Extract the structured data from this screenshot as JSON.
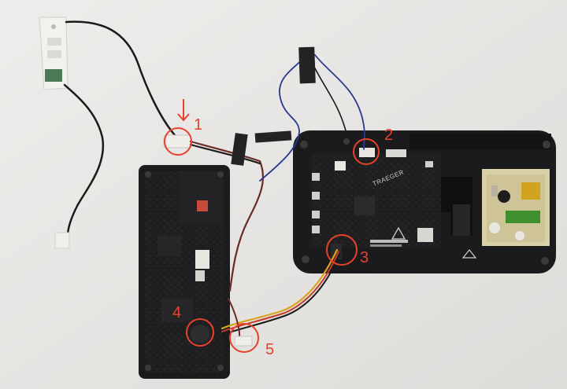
{
  "callouts": [
    {
      "id": "1",
      "label": "1"
    },
    {
      "id": "2",
      "label": "2"
    },
    {
      "id": "3",
      "label": "3"
    },
    {
      "id": "4",
      "label": "4"
    },
    {
      "id": "5",
      "label": "5"
    }
  ],
  "board_brand": "TRAEGER",
  "colors": {
    "background": "#e9e8e6",
    "board": "#1c1c1e",
    "annotation": "#e8412c",
    "tape": "#232325",
    "white_part": "#f1f1ee"
  },
  "icons": {
    "arrow": "down-arrow-icon",
    "circle": "highlight-circle-icon",
    "warning": "warning-triangle-icon"
  }
}
